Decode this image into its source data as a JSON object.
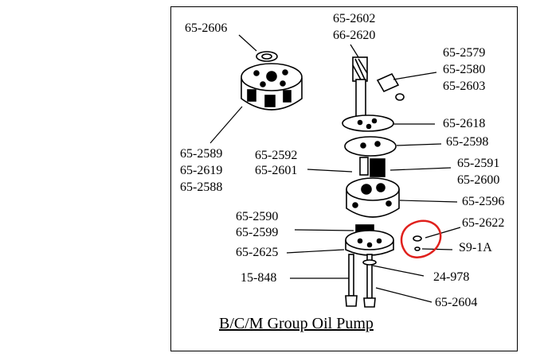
{
  "caption": "B/C/M Group Oil Pump",
  "highlight_color": "#e0201c",
  "labels": {
    "l_2606": [
      "65-2606"
    ],
    "l_gear_group": [
      "65-2589",
      "65-2619",
      "65-2588"
    ],
    "l_top": [
      "65-2602",
      "66-2620"
    ],
    "l_idler_pin": [
      "65-2579",
      "65-2580",
      "65-2603"
    ],
    "l_2618": [
      "65-2618"
    ],
    "l_2598": [
      "65-2598"
    ],
    "l_2591": [
      "65-2591",
      "65-2600"
    ],
    "l_2592": [
      "65-2592",
      "65-2601"
    ],
    "l_2596": [
      "65-2596"
    ],
    "l_2622": [
      "65-2622"
    ],
    "l_2590": [
      "65-2590",
      "65-2599"
    ],
    "l_s91a": [
      "S9-1A"
    ],
    "l_2625": [
      "65-2625"
    ],
    "l_15848": [
      "15-848"
    ],
    "l_24978": [
      "24-978"
    ],
    "l_2604": [
      "65-2604"
    ]
  }
}
